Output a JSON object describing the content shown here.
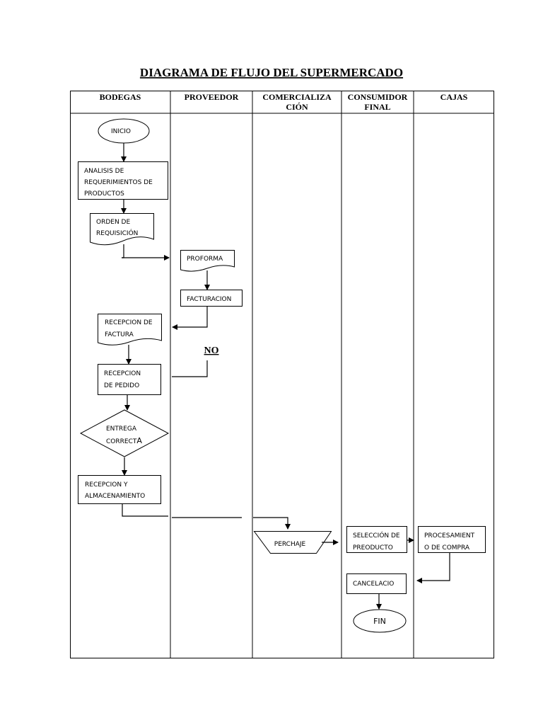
{
  "title": "DIAGRAMA DE FLUJO DEL SUPERMERCADO",
  "lanes": [
    {
      "line1": "BODEGAS",
      "line2": ""
    },
    {
      "line1": "PROVEEDOR",
      "line2": ""
    },
    {
      "line1": "COMERCIALIZA",
      "line2": "CIÓN"
    },
    {
      "line1": "CONSUMIDOR",
      "line2": "FINAL"
    },
    {
      "line1": "CAJAS",
      "line2": ""
    }
  ],
  "nodes": {
    "inicio": {
      "text": "INICIO"
    },
    "analisis": {
      "line1": "ANALISIS DE",
      "line2": "REQUERIMIENTOS DE",
      "line3": "PRODUCTOS"
    },
    "orden": {
      "line1": "ORDEN DE",
      "line2": "REQUISICIÓN"
    },
    "proforma": {
      "text": "PROFORMA"
    },
    "facturacion": {
      "text": "FACTURACION"
    },
    "recepcion_factura": {
      "line1": "RECEPCION DE",
      "line2": "FACTURA"
    },
    "recepcion_pedido": {
      "line1": "RECEPCION",
      "line2": "DE PEDIDO"
    },
    "entrega": {
      "line1": "ENTREGA",
      "line2a": "CORRECT",
      "line2b": "A"
    },
    "no_label": "NO",
    "recepcion_almacen": {
      "line1": "RECEPCION Y",
      "line2": "ALMACENAMIENTO"
    },
    "perchaje": {
      "text": "PERCHAJE"
    },
    "seleccion": {
      "line1": "SELECCIÓN DE",
      "line2": "PREODUCTO"
    },
    "procesamiento": {
      "line1": "PROCESAMIENT",
      "line2": "O DE COMPRA"
    },
    "cancelacion": {
      "text": "CANCELACIO"
    },
    "fin": {
      "text": "FIN"
    }
  }
}
